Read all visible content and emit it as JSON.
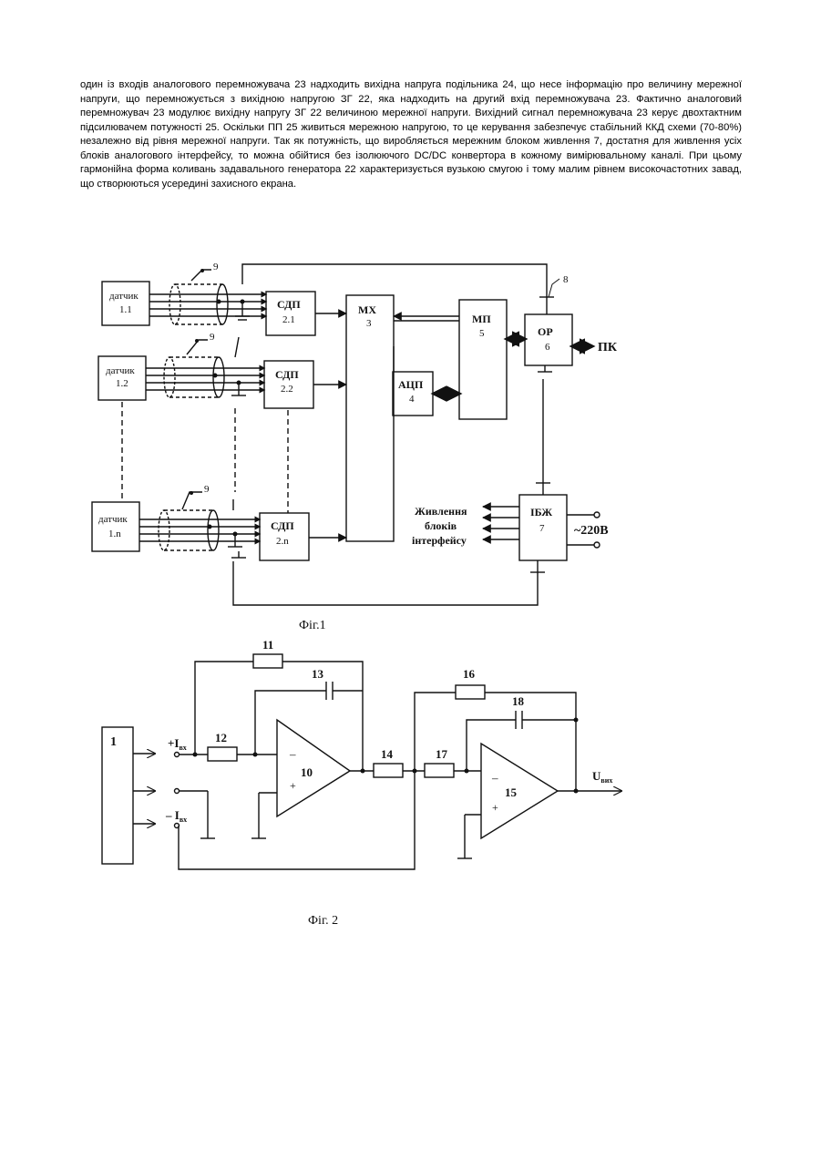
{
  "paragraph": "один із входів аналогового перемножувача 23 надходить вихідна напруга подільника 24, що несе інформацію про величину мережної напруги, що перемножується з вихідною напругою ЗГ 22, яка надходить на другий вхід перемножувача 23. Фактично аналоговий перемножувач 23 модулює вихідну напругу ЗГ 22 величиною мережної напруги. Вихідний сигнал перемножувача 23 керує двохтактним підсилювачем потужності 25. Оскільки ПП 25 живиться мережною напругою, то це керування забезпечує стабільний ККД схеми (70-80%) незалежно від рівня мережної напруги. Так як потужність, що виробляється мережним блоком живлення 7, достатня для живлення усіх блоків аналогового інтерфейсу, то можна обійтися без ізолюючого DC/DC конвертора в кожному вимірювальному каналі. При цьому гармонійна форма коливань задавального генератора 22 характеризується вузькою смугою і тому малим рівнем високочастотних завад, що створюються усередині захисного екрана.",
  "fig1": {
    "caption": "Фіг.1",
    "sensor_word": "датчик",
    "sensor_ids": [
      "1.1",
      "1.2",
      "1.n"
    ],
    "sdp_word": "СДП",
    "sdp_ids": [
      "2.1",
      "2.2",
      "2.n"
    ],
    "mx": [
      "МХ",
      "3"
    ],
    "adc": [
      "АЦП",
      "4"
    ],
    "mp": [
      "МП",
      "5"
    ],
    "op": [
      "ОР",
      "6"
    ],
    "ibz": [
      "ІБЖ",
      "7"
    ],
    "pc": "ПК",
    "mains": "~220В",
    "power_label": [
      "Живлення",
      "блоків",
      "інтерфейсу"
    ],
    "ref_9": "9",
    "ref_8": "8"
  },
  "fig2": {
    "caption": "Фіг. 2",
    "block_1": "1",
    "r11": "11",
    "c13": "13",
    "r12": "12",
    "amp10": "10",
    "r14": "14",
    "r16": "16",
    "c18": "18",
    "r17": "17",
    "amp15": "15",
    "minus": "–",
    "plus": "+",
    "in_plus_main": "+I",
    "in_plus_sub": "вх",
    "in_minus_main": "– I",
    "in_minus_sub": "вх",
    "out_main": "U",
    "out_sub": "вих"
  }
}
